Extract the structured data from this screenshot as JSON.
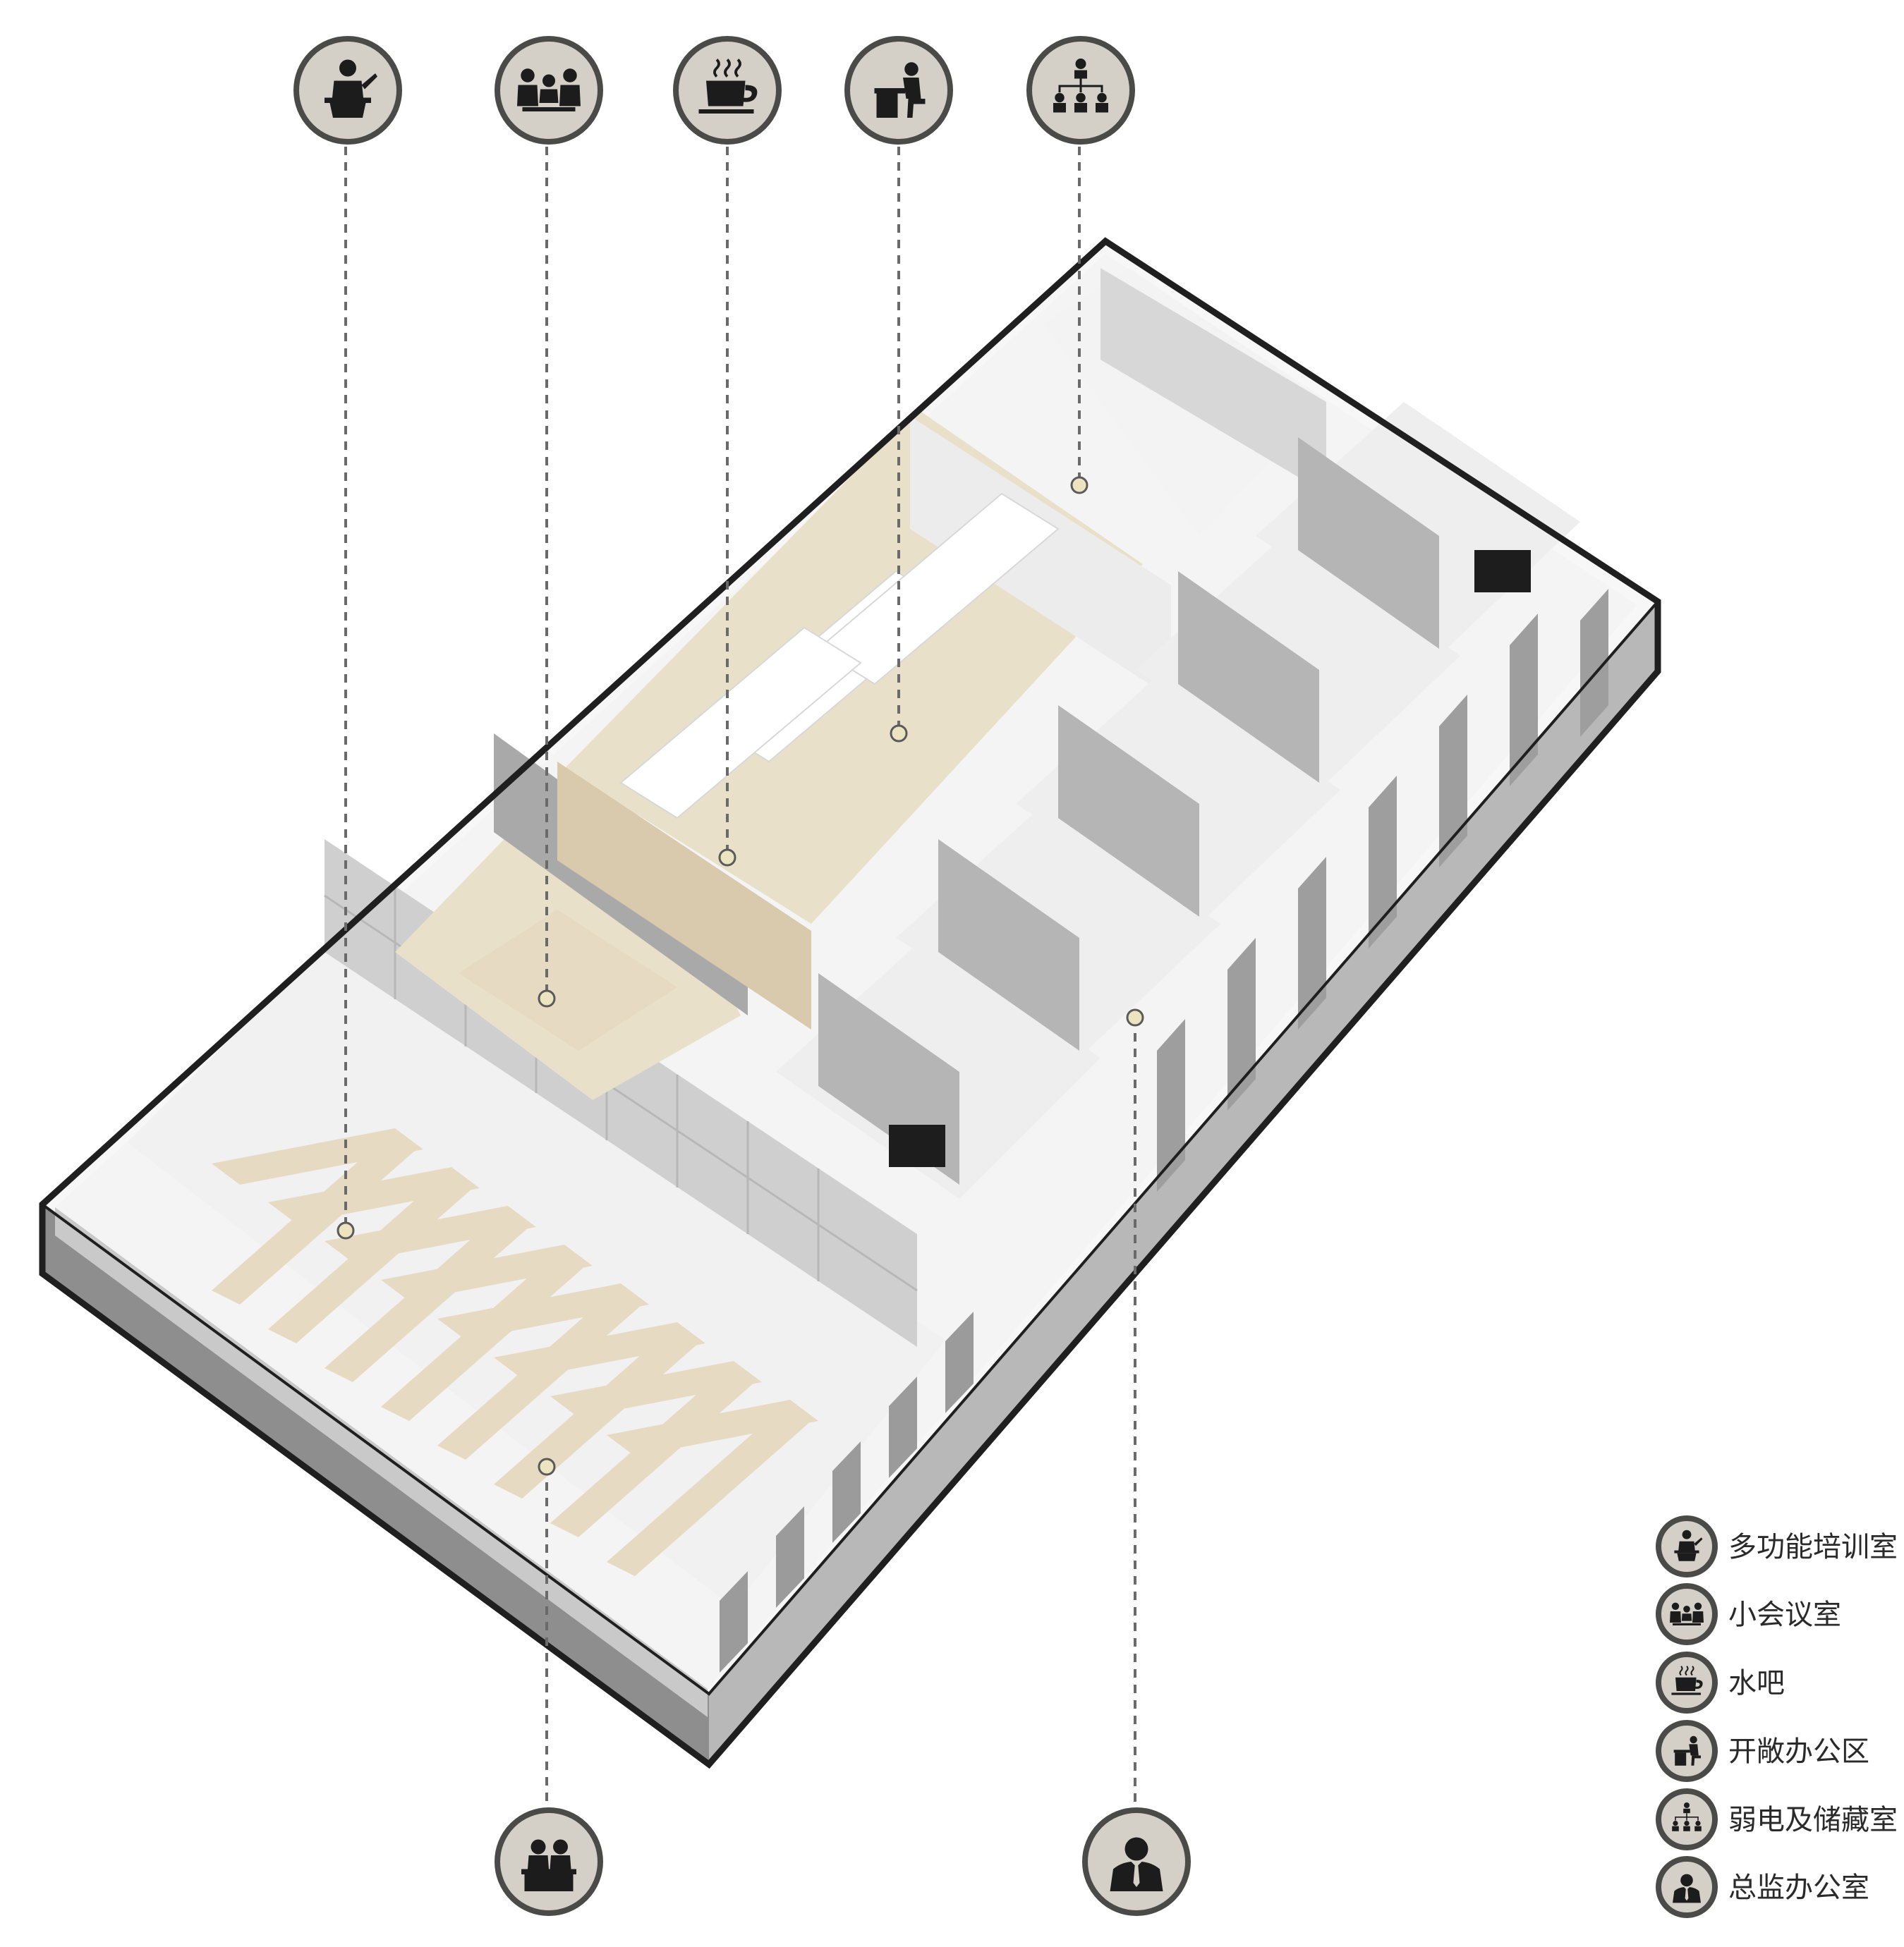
{
  "legend": [
    {
      "icon": "presenter-podium-icon",
      "label": "多功能培训室"
    },
    {
      "icon": "meeting-group-icon",
      "label": "小会议室"
    },
    {
      "icon": "coffee-cup-icon",
      "label": "水吧"
    },
    {
      "icon": "desk-worker-icon",
      "label": "开敞办公区"
    },
    {
      "icon": "org-chart-icon",
      "label": "弱电及储藏室"
    },
    {
      "icon": "executive-person-icon",
      "label": "总监办公室"
    }
  ],
  "top_icons": [
    "presenter-podium-icon",
    "meeting-group-icon",
    "coffee-cup-icon",
    "desk-worker-icon",
    "org-chart-icon"
  ],
  "bottom_icons": [
    "reception-desk-icon",
    "executive-person-icon"
  ],
  "colors": {
    "icon_fill": "#d4d0c8",
    "icon_stroke": "#4a4a48",
    "wood": "#e6dac3",
    "outline": "#1f1f1f"
  }
}
